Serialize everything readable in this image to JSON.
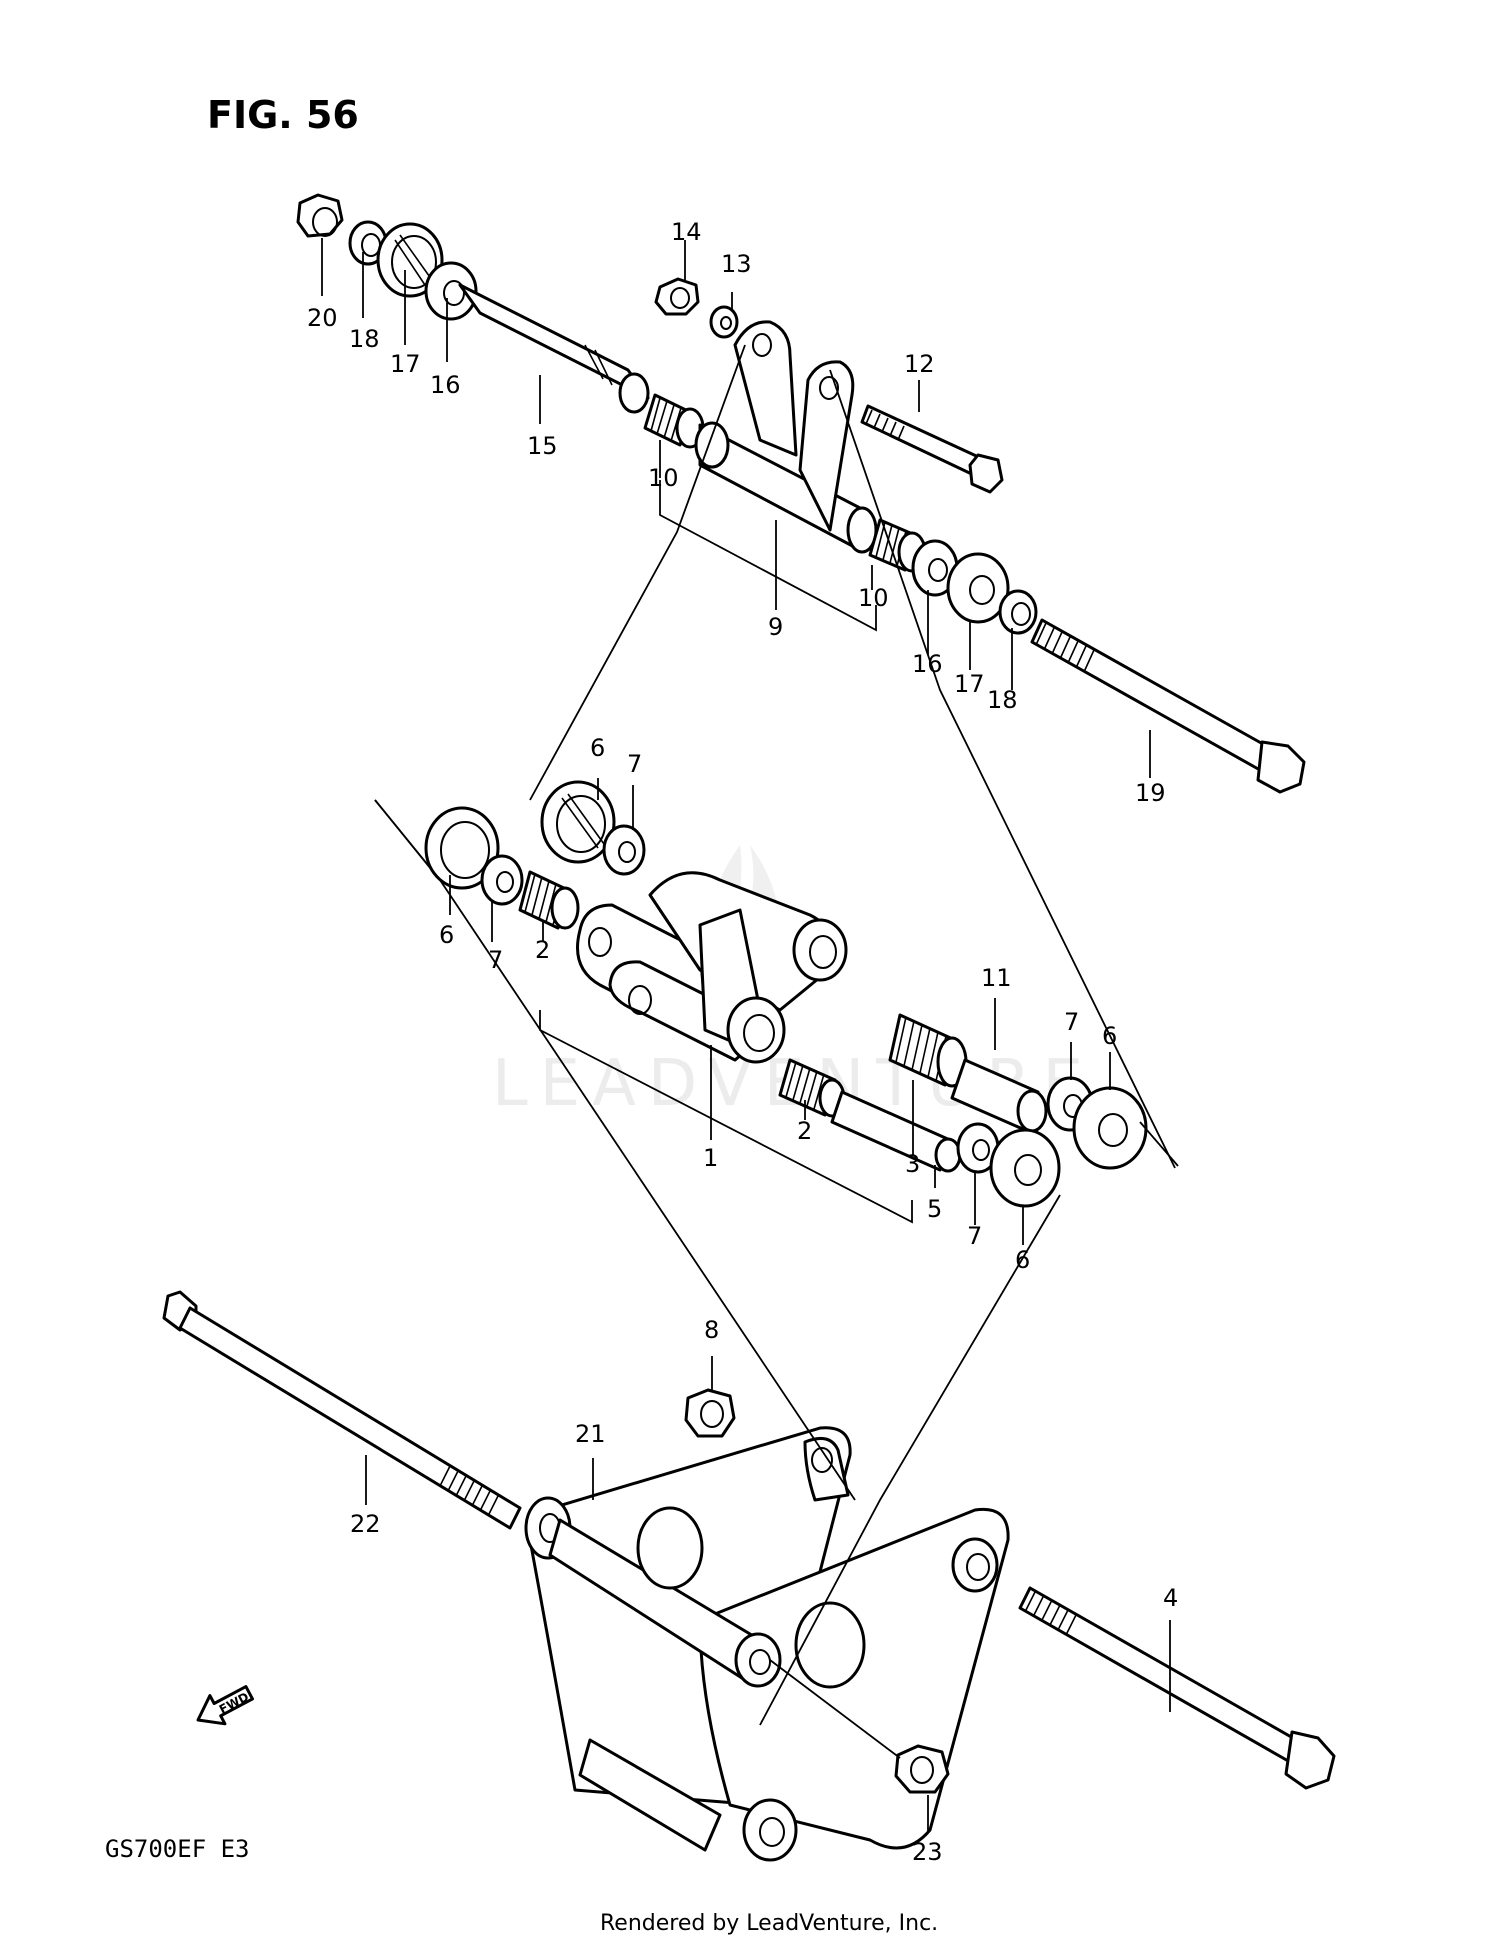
{
  "figure": {
    "title": "FIG. 56"
  },
  "model_code": "GS700EF E3",
  "footer": "Rendered by LeadVenture, Inc.",
  "watermark": "LEADVENTURE",
  "colors": {
    "ink": "#000000",
    "paper": "#ffffff",
    "watermark": "#ececec"
  },
  "icons": {
    "forward_arrow": "fwd-arrow-icon",
    "watermark_logo": "flame-logo-icon"
  },
  "fwd_label": "FWD",
  "callouts": [
    {
      "id": "c20",
      "text": "20"
    },
    {
      "id": "c18a",
      "text": "18"
    },
    {
      "id": "c17a",
      "text": "17"
    },
    {
      "id": "c16a",
      "text": "16"
    },
    {
      "id": "c15",
      "text": "15"
    },
    {
      "id": "c14",
      "text": "14"
    },
    {
      "id": "c13",
      "text": "13"
    },
    {
      "id": "c12",
      "text": "12"
    },
    {
      "id": "c10a",
      "text": "10"
    },
    {
      "id": "c10b",
      "text": "10"
    },
    {
      "id": "c9",
      "text": "9"
    },
    {
      "id": "c16b",
      "text": "16"
    },
    {
      "id": "c17b",
      "text": "17"
    },
    {
      "id": "c18b",
      "text": "18"
    },
    {
      "id": "c19",
      "text": "19"
    },
    {
      "id": "c6a",
      "text": "6"
    },
    {
      "id": "c7a",
      "text": "7"
    },
    {
      "id": "c6b",
      "text": "6"
    },
    {
      "id": "c7b",
      "text": "7"
    },
    {
      "id": "c2a",
      "text": "2"
    },
    {
      "id": "c11",
      "text": "11"
    },
    {
      "id": "c7c",
      "text": "7"
    },
    {
      "id": "c6c",
      "text": "6"
    },
    {
      "id": "c1",
      "text": "1"
    },
    {
      "id": "c2b",
      "text": "2"
    },
    {
      "id": "c3",
      "text": "3"
    },
    {
      "id": "c5",
      "text": "5"
    },
    {
      "id": "c7d",
      "text": "7"
    },
    {
      "id": "c6d",
      "text": "6"
    },
    {
      "id": "c8",
      "text": "8"
    },
    {
      "id": "c21",
      "text": "21"
    },
    {
      "id": "c22",
      "text": "22"
    },
    {
      "id": "c4",
      "text": "4"
    },
    {
      "id": "c23",
      "text": "23"
    }
  ]
}
